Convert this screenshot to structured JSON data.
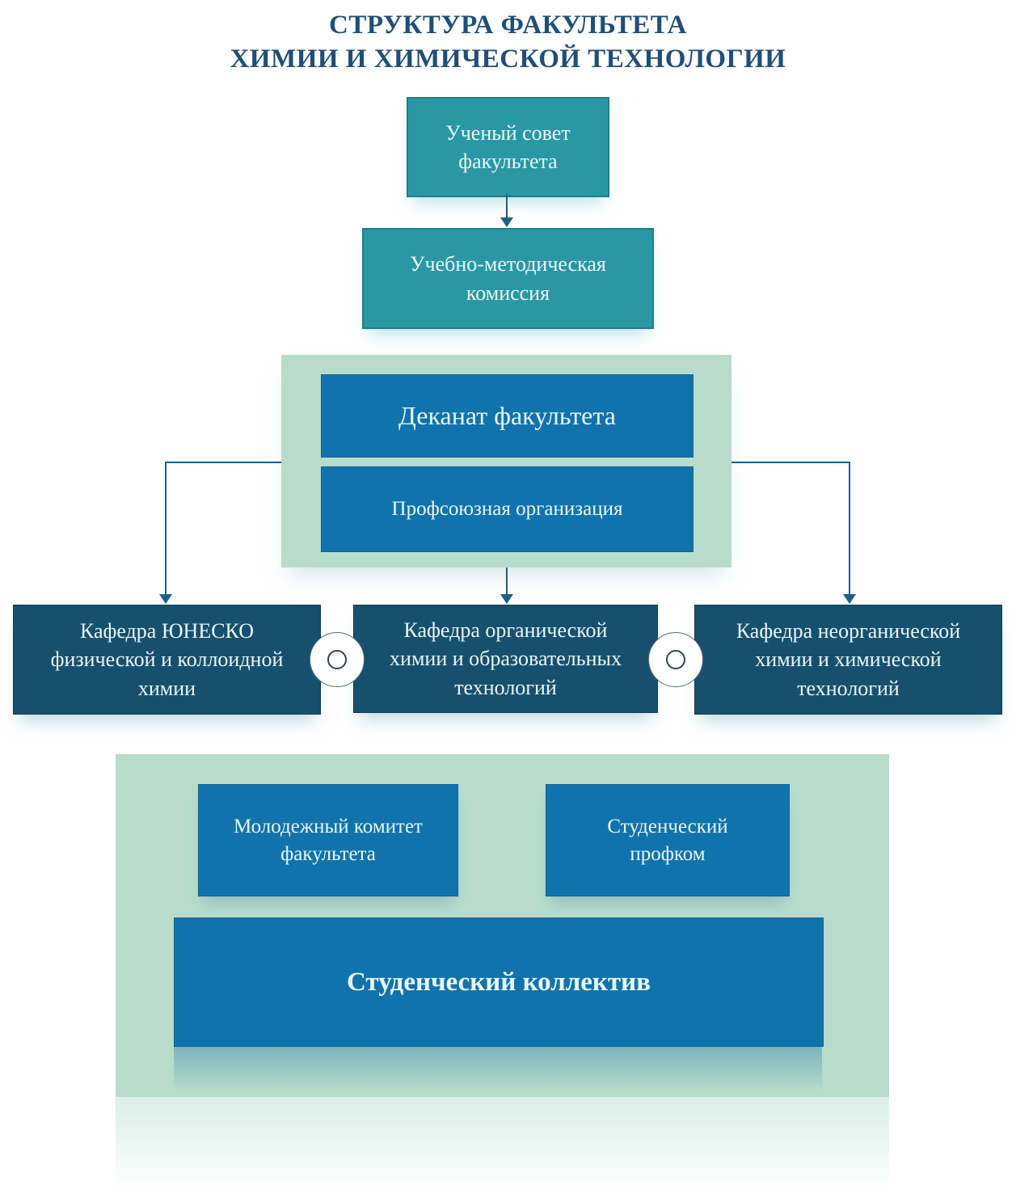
{
  "title": {
    "line1": "СТРУКТУРА ФАКУЛЬТЕТА",
    "line2": "ХИМИИ И ХИМИЧЕСКОЙ ТЕХНОЛОГИИ"
  },
  "boxes": {
    "council": {
      "label": "Ученый совет\nфакультета"
    },
    "commission": {
      "label": "Учебно-методическая\nкомиссия"
    },
    "deanery": {
      "label": "Деканат факультета"
    },
    "union": {
      "label": "Профсоюзная организация"
    },
    "dept_unesco": {
      "label": "Кафедра ЮНЕСКО\nфизической и коллоидной\nхимии"
    },
    "dept_organic": {
      "label": "Кафедра органической\nхимии и образовательных\nтехнологий"
    },
    "dept_inorganic": {
      "label": "Кафедра неорганической\nхимии и химической\nтехнологий"
    },
    "youth_committee": {
      "label": "Молодежный комитет\nфакультета"
    },
    "student_union": {
      "label": "Студенческий\nпрофком"
    },
    "student_body": {
      "label": "Студенческий коллектив"
    }
  },
  "colors": {
    "teal_box": "#2a97a5",
    "blue_box": "#1173ab",
    "dark_blue_box": "#16506e",
    "mint_container": "#b7dccc",
    "title_text": "#1f4e79",
    "box_text": "#e9f6f8",
    "connector": "#1e5f85"
  }
}
